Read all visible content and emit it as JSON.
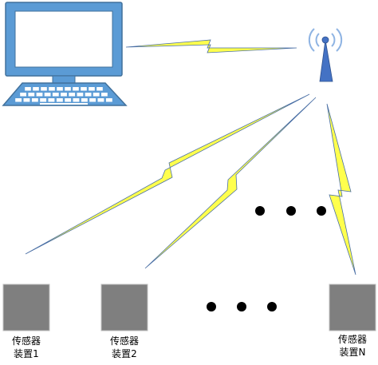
{
  "colors": {
    "monitor_fill": "#5b9bd5",
    "monitor_stroke": "#41719c",
    "screen_fill": "#ffffff",
    "tower_fill": "#4472c4",
    "signal_fill": "#ffff4d",
    "signal_edge": "#4a6fa5",
    "sensor_fill": "#7f7f7f",
    "sensor_stroke": "#bfbfbf",
    "dots": "#000000"
  },
  "icons": {
    "computer": "desktop-computer-icon",
    "keyboard": "keyboard-icon",
    "antenna": "antenna-tower-icon",
    "signal": "lightning-bolt-icon",
    "sensor": "sensor-device-box"
  },
  "sensors": [
    {
      "line1": "传感器",
      "line2": "装置1"
    },
    {
      "line1": "传感器",
      "line2": "装置2"
    },
    {
      "line1": "传感器",
      "line2": "装置N"
    }
  ]
}
